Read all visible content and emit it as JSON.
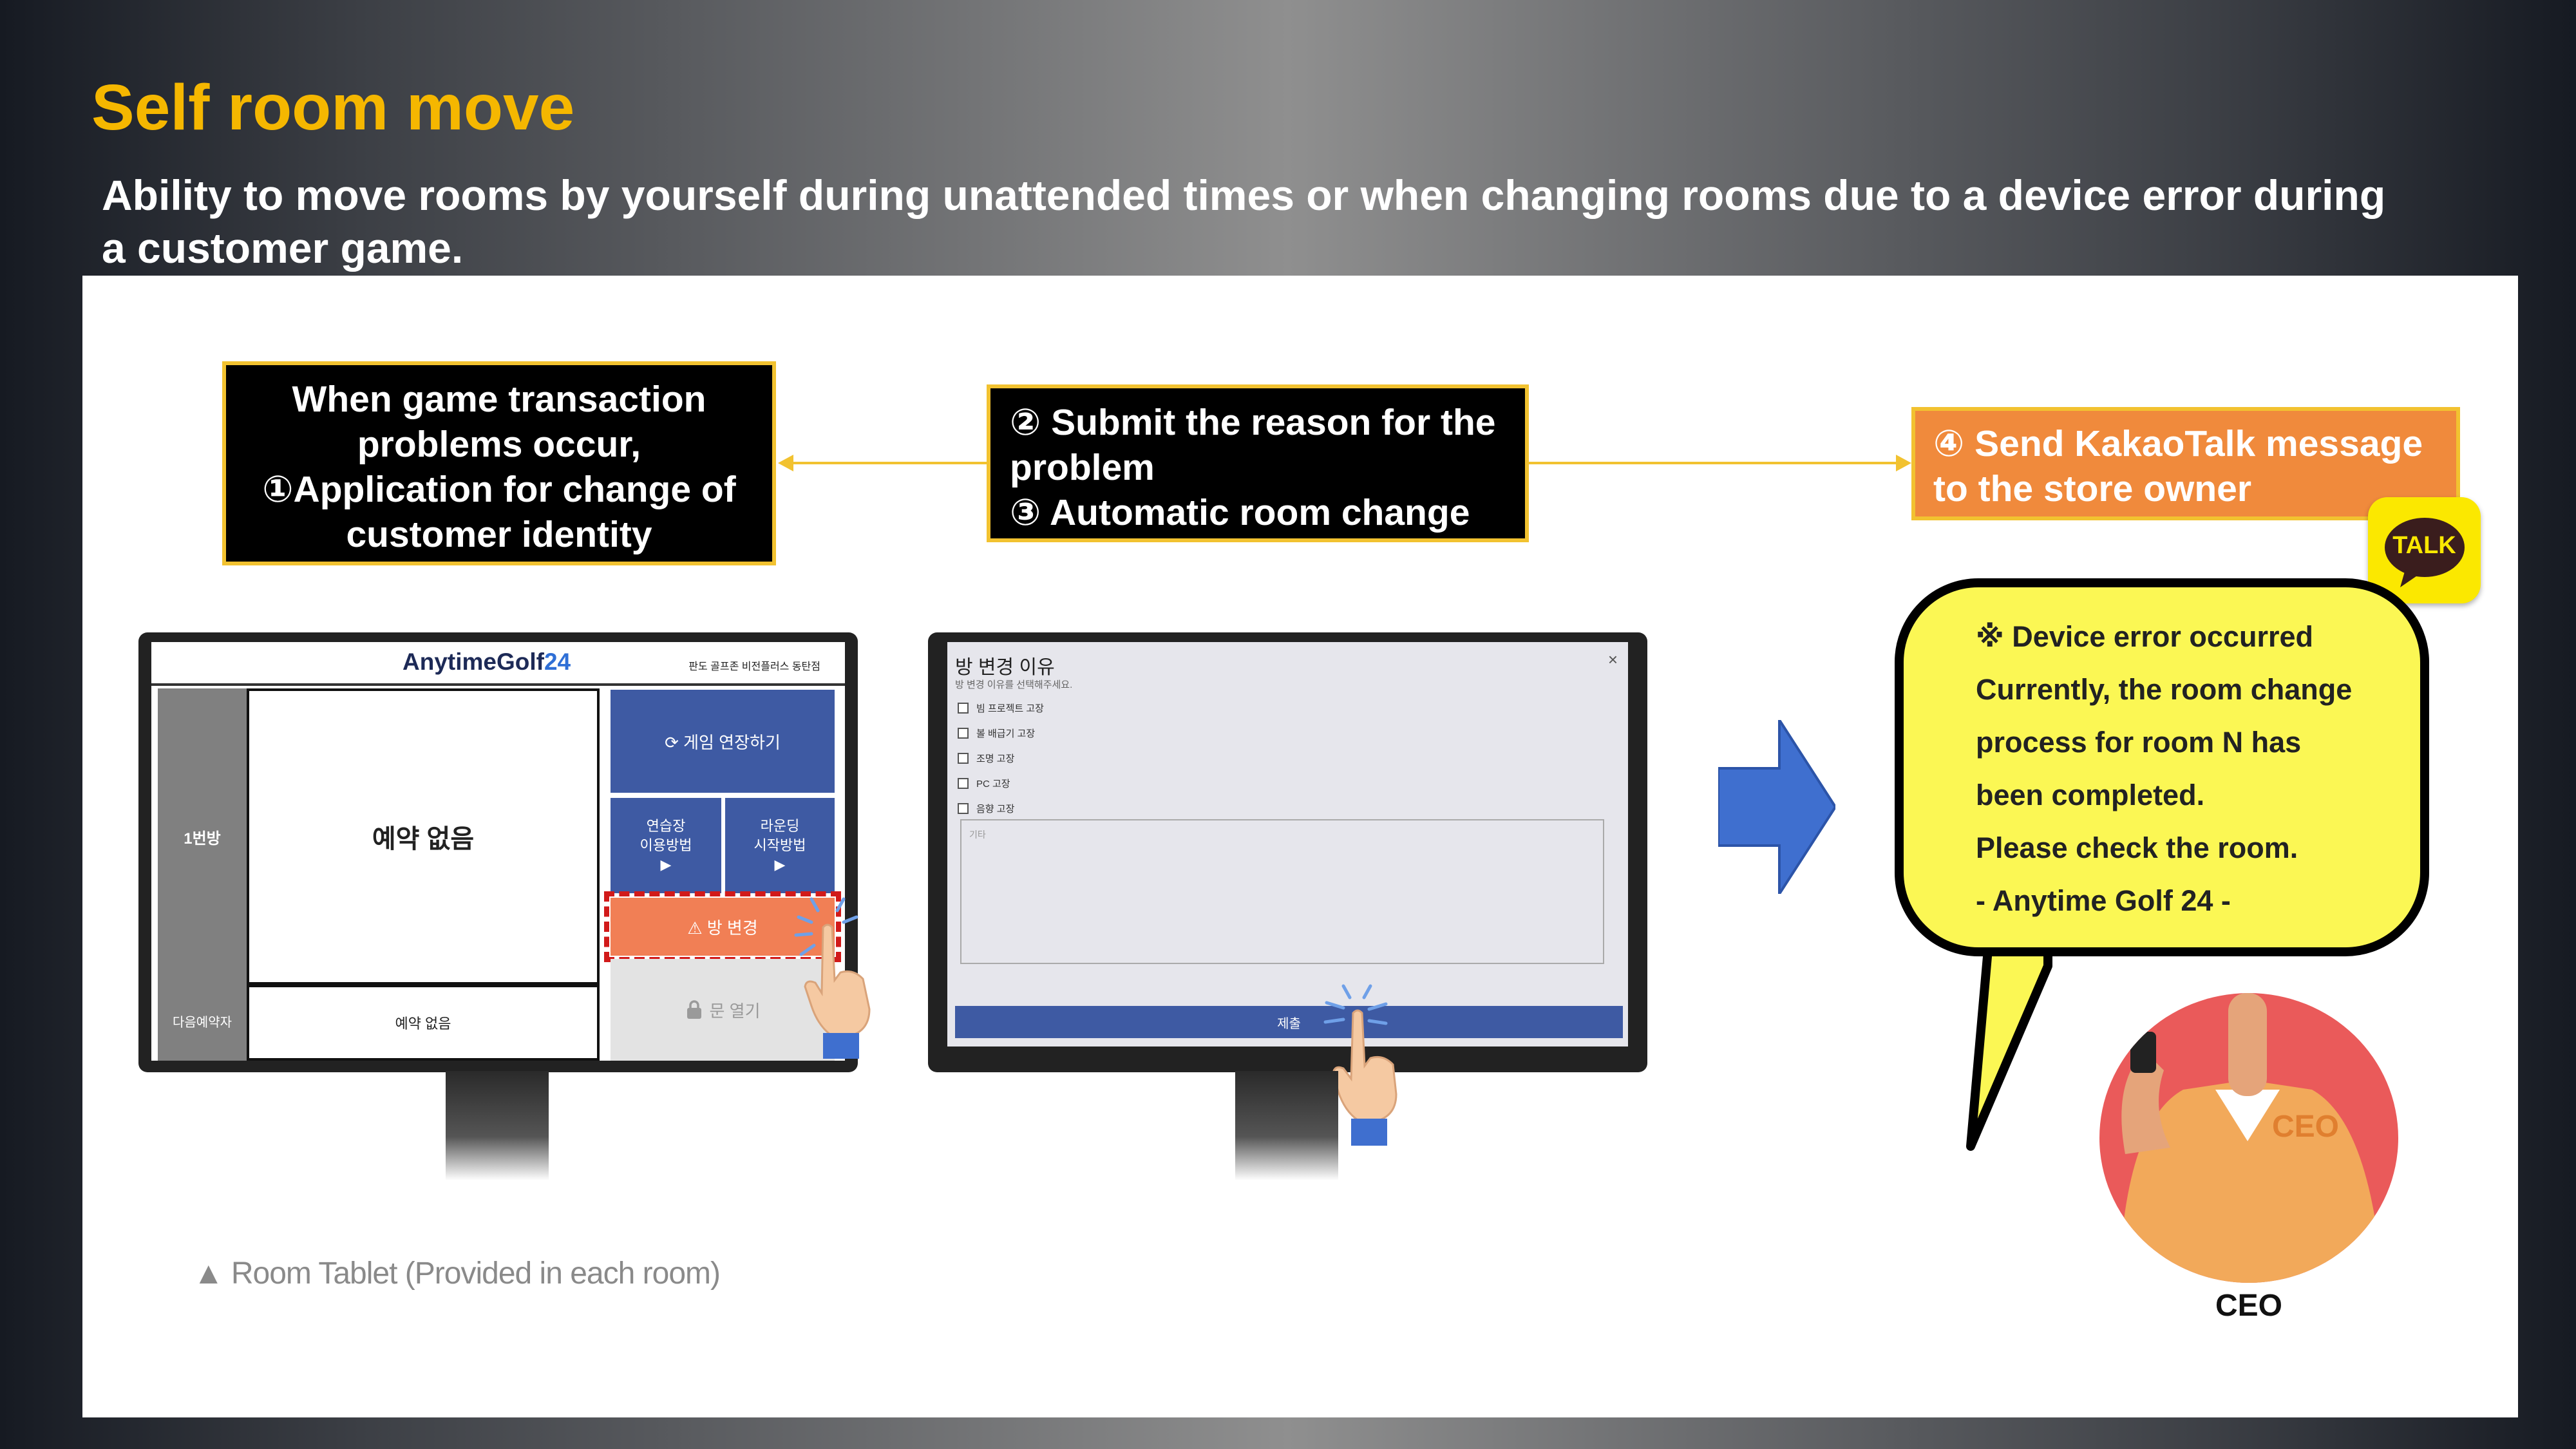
{
  "title": "Self room move",
  "subtitle_line1": "Ability to move rooms by yourself during unattended times or when changing rooms due to a device error during",
  "subtitle_line2": "a customer game.",
  "callout1": {
    "line1": "When game transaction",
    "line2": "problems occur,",
    "line3": "①Application for change of",
    "line4": "customer identity"
  },
  "callout2": {
    "line1": "② Submit the reason for the",
    "line2": "problem",
    "line3": "③ Automatic room change"
  },
  "callout4": {
    "line1": "④ Send KakaoTalk message",
    "line2": "to the store owner"
  },
  "tablet1": {
    "brand_a": "A",
    "brand_mid": "nytime",
    "brand_g": "G",
    "brand_olf": "olf",
    "brand_num": "24",
    "store": "판도 골프존 비전플러스 동탄점",
    "room": "1번방",
    "no_reservation": "예약 없음",
    "extend": "⟳ 게임 연장하기",
    "practice_l1": "연습장",
    "practice_l2": "이용방법",
    "round_l1": "라운딩",
    "round_l2": "시작방법",
    "play": "▶",
    "room_change": "⚠ 방 변경",
    "next_l1": "다음",
    "next_l2": "예약자",
    "next_value": "예약 없음",
    "door_open": "문 열기"
  },
  "tablet2": {
    "title": "방 변경 이유",
    "subtitle": "방 변경 이유를 선택해주세요.",
    "close": "×",
    "options": [
      "빔 프로젝트 고장",
      "볼 배급기 고장",
      "조명 고장",
      "PC 고장",
      "음향 고장"
    ],
    "etc_placeholder": "기타",
    "submit": "제출"
  },
  "bubble": {
    "line1": "※ Device error occurred",
    "line2": "Currently, the room change",
    "line3": "process for room N has",
    "line4": "been completed.",
    "line5": "Please check the room.",
    "line6": "- Anytime Golf 24 -"
  },
  "talk_badge": "TALK",
  "ceo_shirt": "CEO",
  "ceo_label": "CEO",
  "caption": "▲ Room Tablet (Provided in each room)",
  "colors": {
    "title_yellow": "#f5b700",
    "callout_border": "#f2c230",
    "callout_orange": "#f08a3c",
    "tablet_blue": "#3e5aa3",
    "room_change_orange": "#f17f55",
    "bubble_yellow": "#fbf754",
    "kakao_yellow": "#fbe800",
    "ceo_red": "#ea5a5a",
    "arrow_blue": "#3f6fcf"
  }
}
